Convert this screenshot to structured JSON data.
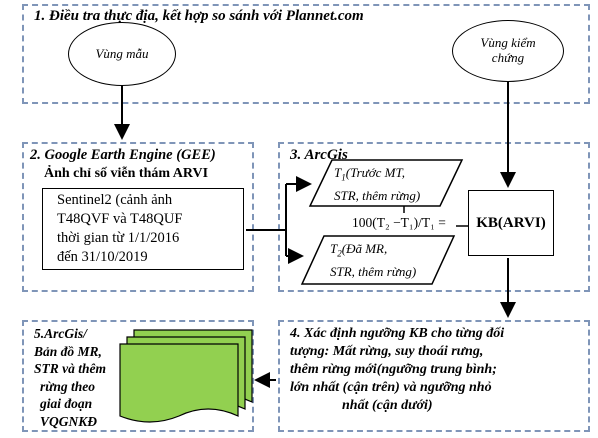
{
  "step1": {
    "title": "1. Điều tra thực địa, kết hợp so sánh với Plannet.com",
    "sample_area": "Vùng mẫu",
    "verify_area_line1": "Vùng kiểm",
    "verify_area_line2": "chứng"
  },
  "step2": {
    "title_line1": "2. Google Earth Engine (GEE)",
    "title_line2": "Ảnh chỉ số viễn thám ARVI",
    "box_lines": [
      "Sentinel2 (cảnh ảnh",
      "T48QVF và T48QUF",
      "thời gian từ 1/1/2016",
      "đến 31/10/2019"
    ]
  },
  "step3": {
    "title": "3. ArcGis",
    "t1_line1": "(Trước MT,",
    "t1_line2": "STR, thêm rừng)",
    "t2_line1": "(Đã MR,",
    "t2_line2": "STR, thêm rừng)",
    "formula": "100(T₂ −T₁)/T₁ =",
    "result": "KB(ARVI)"
  },
  "step4": {
    "lines": [
      "4. Xác định ngưỡng KB cho từng đối",
      "tượng: Mất rừng, suy thoái rưng,",
      "thêm rừng mới(ngưỡng trung bình;",
      "lớn nhất (cận trên) và ngưỡng nhỏ",
      "nhất (cận dưới)"
    ]
  },
  "step5": {
    "lines": [
      "5.ArcGis/",
      "Bản đồ MR,",
      "STR và thêm",
      "rừng theo",
      "giai đoạn",
      "VQGNKĐ"
    ]
  },
  "colors": {
    "panel_border": "#7f95b8",
    "doc_fill": "#92d050",
    "arrow": "#000000"
  }
}
